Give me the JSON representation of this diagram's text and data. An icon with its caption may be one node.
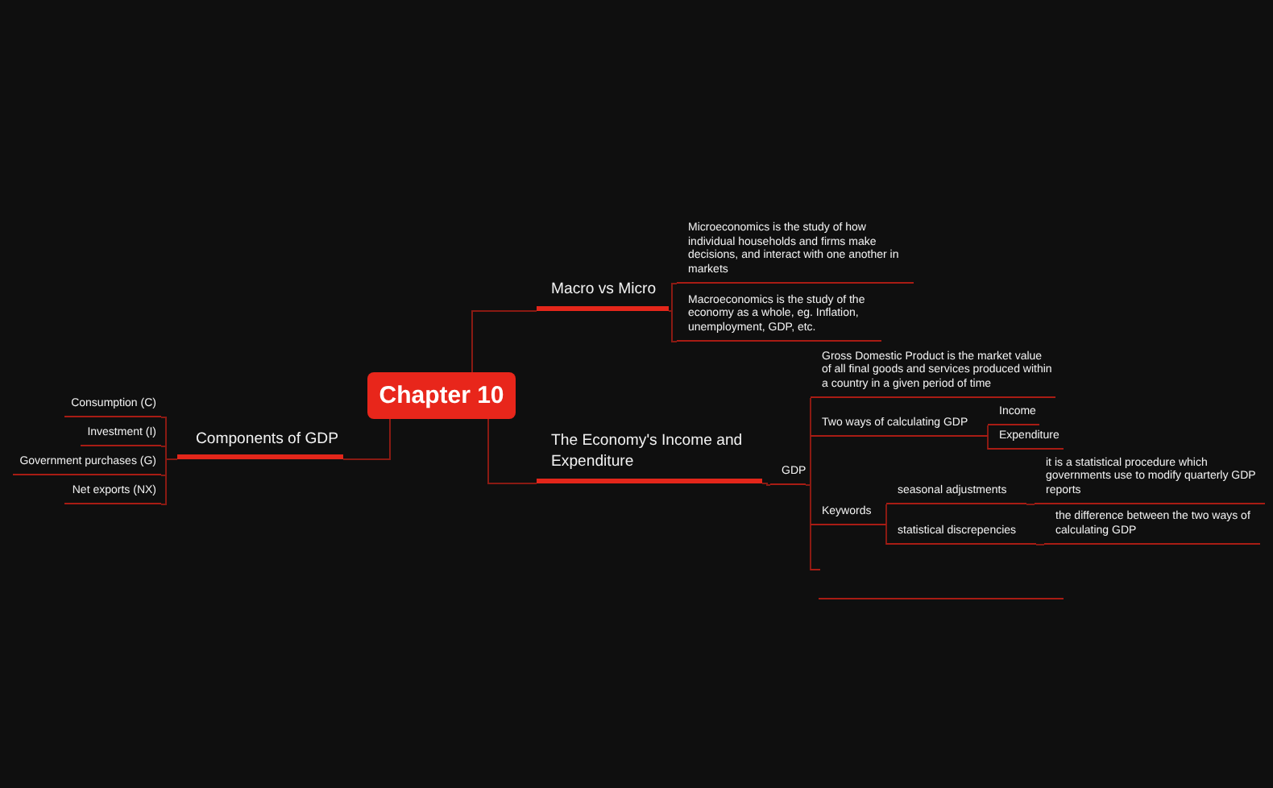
{
  "diagram": {
    "nodes": [
      {
        "text": [
          "Chapter 10"
        ]
      },
      {
        "text": [
          "Macro vs Micro"
        ]
      },
      {
        "text": [
          "The Economy's Income and Expenditure"
        ]
      },
      {
        "text": [
          "Components of GDP"
        ]
      },
      {
        "text": [
          "Microeconomics is the study of how individual households and firms make decisions, and interact with one another in markets"
        ]
      },
      {
        "text": [
          "Macroeconomics is the study of the economy as a whole, eg. Inflation, unemployment, GDP, etc."
        ]
      },
      {
        "text": [
          "GDP"
        ]
      },
      {
        "text": [
          "Gross Domestic Product is the market value of all final goods and services produced within a country in a given period of time"
        ]
      },
      {
        "text": [
          "Two ways of calculating GDP"
        ]
      },
      {
        "text": [
          "Keywords"
        ]
      },
      {
        "text": [],
        "shape": "bar"
      },
      {
        "text": [
          "Income"
        ]
      },
      {
        "text": [
          "Expenditure"
        ]
      },
      {
        "text": [
          "seasonal adjustments"
        ]
      },
      {
        "text": [
          "statistical discrepencies"
        ]
      },
      {
        "text": [
          "it is a statistical procedure which governments use to modify quarterly GDP reports"
        ]
      },
      {
        "text": [
          "the difference between the two ways of calculating GDP"
        ]
      },
      {
        "text": [
          "Consumption (C)"
        ]
      },
      {
        "text": [
          "Investment (I)"
        ]
      },
      {
        "text": [
          "Government purchases (G)"
        ]
      },
      {
        "text": [
          "Net exports (NX)"
        ]
      },
      {
        "text": [],
        "shape": "bar"
      }
    ],
    "edges": [
      {
        "from": 0,
        "to": 1,
        "arrow": "none"
      },
      {
        "from": 0,
        "to": 2,
        "arrow": "none"
      },
      {
        "from": 0,
        "to": 3,
        "arrow": "none"
      },
      {
        "from": 1,
        "to": 4,
        "arrow": "none"
      },
      {
        "from": 1,
        "to": 5,
        "arrow": "none"
      },
      {
        "from": 2,
        "to": 6,
        "arrow": "none"
      },
      {
        "from": 6,
        "to": 7,
        "arrow": "none"
      },
      {
        "from": 6,
        "to": 8,
        "arrow": "none"
      },
      {
        "from": 6,
        "to": 9,
        "arrow": "none"
      },
      {
        "from": 6,
        "to": 10,
        "arrow": "none"
      },
      {
        "from": 8,
        "to": 11,
        "arrow": "none"
      },
      {
        "from": 8,
        "to": 12,
        "arrow": "none"
      },
      {
        "from": 9,
        "to": 13,
        "arrow": "none"
      },
      {
        "from": 9,
        "to": 14,
        "arrow": "none"
      },
      {
        "from": 13,
        "to": 15,
        "arrow": "none"
      },
      {
        "from": 14,
        "to": 16,
        "arrow": "none"
      },
      {
        "from": 3,
        "to": 17,
        "arrow": "none"
      },
      {
        "from": 3,
        "to": 18,
        "arrow": "none"
      },
      {
        "from": 3,
        "to": 19,
        "arrow": "none"
      },
      {
        "from": 3,
        "to": 20,
        "arrow": "none"
      }
    ]
  }
}
